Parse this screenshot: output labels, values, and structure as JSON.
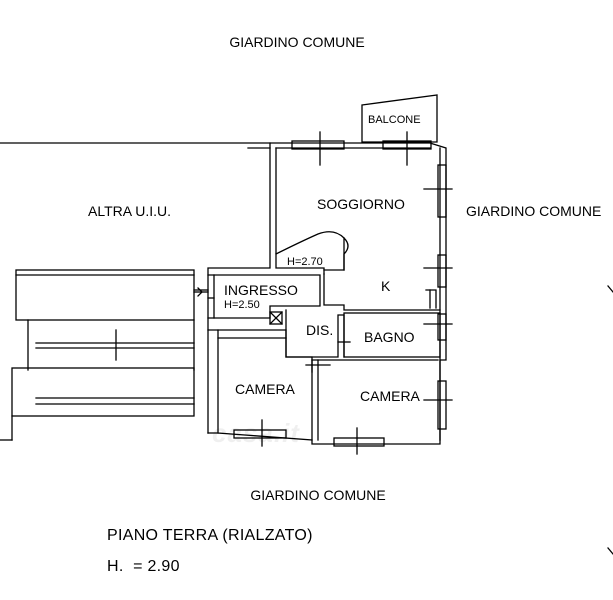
{
  "labels": {
    "garden_top": "GIARDINO COMUNE",
    "garden_right": "GIARDINO COMUNE",
    "garden_bottom": "GIARDINO COMUNE",
    "other_unit": "ALTRA U.I.U.",
    "balcony": "BALCONE",
    "living_room": "SOGGIORNO",
    "living_height": "H=2.70",
    "kitchen": "K",
    "entrance": "INGRESSO",
    "entrance_height": "H=2.50",
    "hallway": "DIS.",
    "bathroom": "BAGNO",
    "bedroom_left": "CAMERA",
    "bedroom_right": "CAMERA"
  },
  "footer": {
    "floor_title": "PIANO TERRA (RIALZATO)",
    "ceiling_height": "H.  = 2.90"
  }
}
